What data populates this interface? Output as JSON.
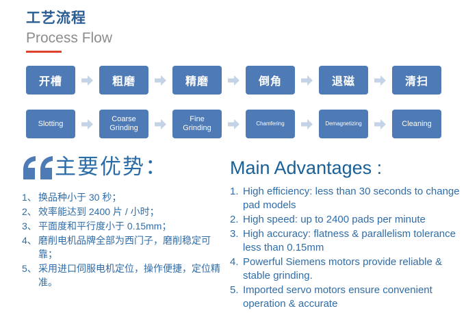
{
  "header": {
    "title_cn": "工艺流程",
    "title_en": "Process Flow",
    "accent_color": "#e0402f",
    "title_cn_color": "#2a5d93",
    "title_en_color": "#8c8c8c"
  },
  "flow": {
    "box_color": "#4e7ab5",
    "arrow_color": "#c5d3e6",
    "arrow_icon": "arrow-right-icon",
    "steps_cn": [
      "开槽",
      "粗磨",
      "精磨",
      "倒角",
      "退磁",
      "清扫"
    ],
    "steps_en": [
      "Slotting",
      "Coarse Grinding",
      "Fine Grinding",
      "Chamfering",
      "Demagnetizing",
      "Cleaning"
    ]
  },
  "advantages_cn": {
    "quote_icon": "quotation-mark-icon",
    "title": "主要优势：",
    "title_color": "#2a6ca8",
    "text_color": "#2f6ca8",
    "items": [
      {
        "marker": "1、",
        "text": "换品种小于 30 秒；"
      },
      {
        "marker": "2、",
        "text": "效率能达到 2400 片 / 小时；"
      },
      {
        "marker": "3、",
        "text": "平面度和平行度小于 0.15mm；"
      },
      {
        "marker": "4、",
        "text": "磨削电机品牌全部为西门子，磨削稳定可靠；"
      },
      {
        "marker": "5、",
        "text": "采用进口伺服电机定位，操作便捷，定位精准。"
      }
    ]
  },
  "advantages_en": {
    "title": "Main Advantages :",
    "title_color": "#1a6098",
    "text_color": "#2f6ca8",
    "items": [
      {
        "marker": "1.",
        "text": "High efficiency: less than 30 seconds to change pad models"
      },
      {
        "marker": "2.",
        "text": "High speed: up to 2400 pads per minute"
      },
      {
        "marker": "3.",
        "text": "High accuracy: flatness & parallelism tolerance less than 0.15mm"
      },
      {
        "marker": "4.",
        "text": "Powerful Siemens motors provide reliable & stable grinding."
      },
      {
        "marker": "5.",
        "text": "Imported servo motors ensure convenient operation & accurate"
      }
    ]
  }
}
